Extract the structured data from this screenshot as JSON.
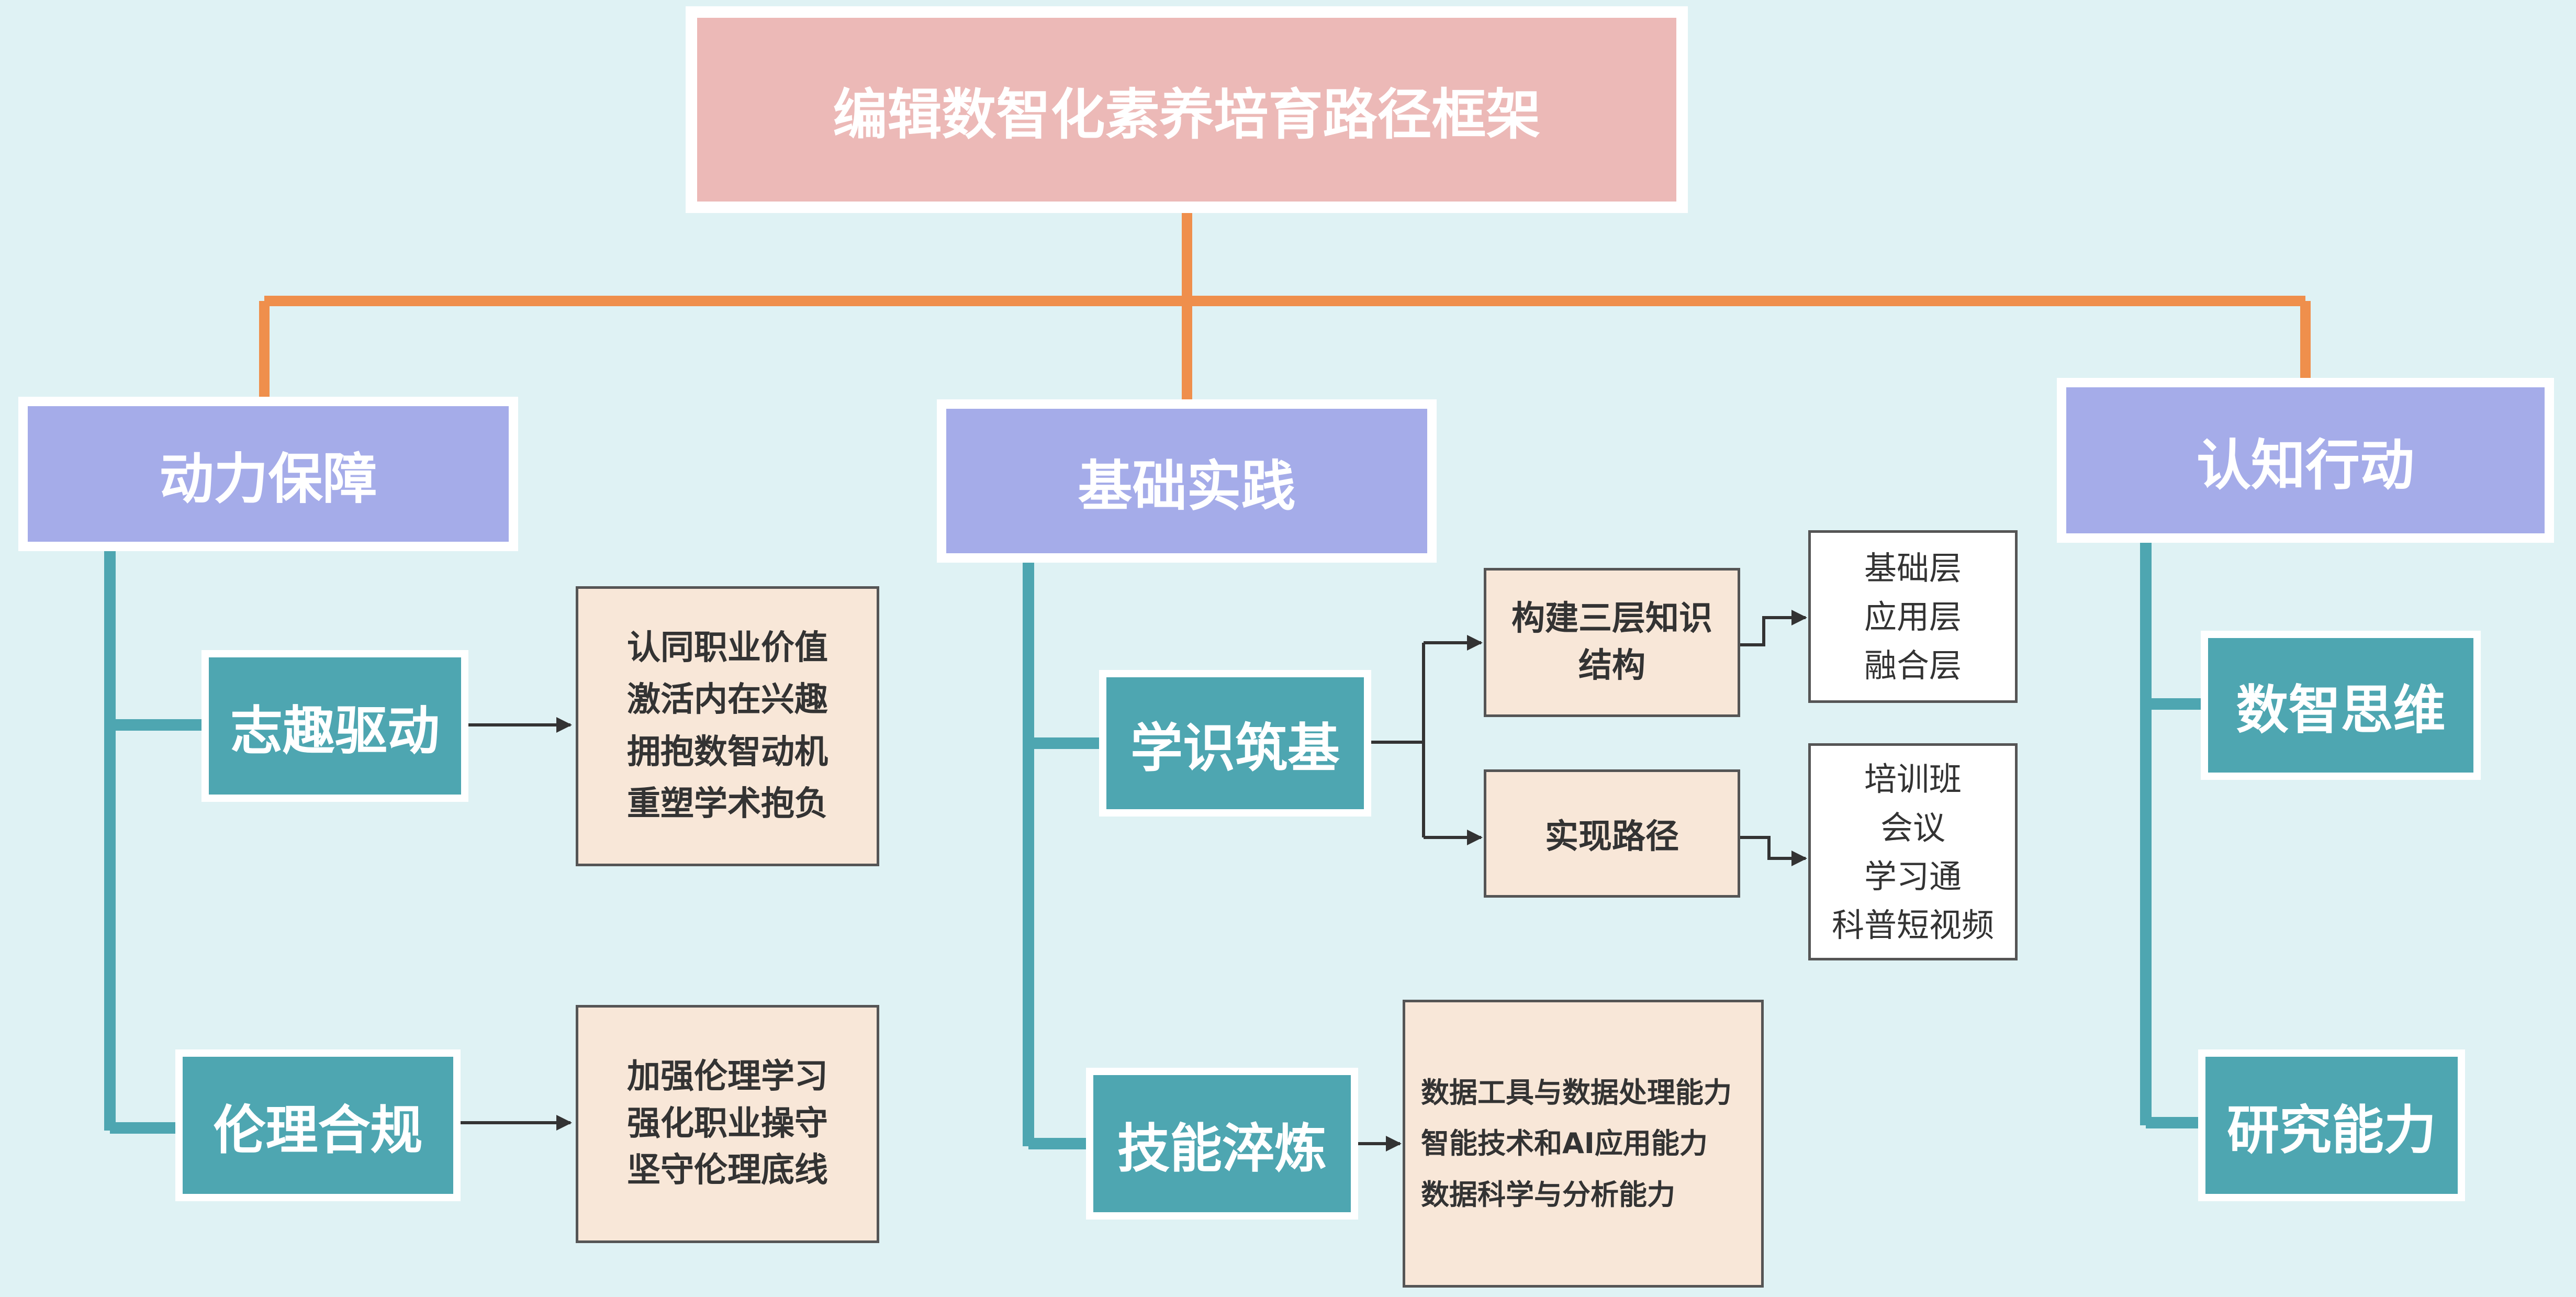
{
  "title": "编辑数智化素养培育路径框架",
  "colors": {
    "background": "#dff2f4",
    "title_fill": "#ecb9b7",
    "category_fill": "#a5ace9",
    "sub_fill": "#4ea6b1",
    "detail_fill": "#f8e7d8",
    "orange_connector": "#ef8f4c",
    "teal_connector": "#4ea6b1",
    "arrow": "#333333"
  },
  "categories": {
    "motivation": {
      "label": "动力保障",
      "items": [
        {
          "label": "志趣驱动",
          "details": [
            "认同职业价值",
            "激活内在兴趣",
            "拥抱数智动机",
            "重塑学术抱负"
          ]
        },
        {
          "label": "伦理合规",
          "details": [
            "加强伦理学习",
            "强化职业操守",
            "坚守伦理底线"
          ]
        }
      ]
    },
    "practice": {
      "label": "基础实践",
      "knowledge": {
        "label": "学识筑基",
        "structure": {
          "label_lines": [
            "构建三层知识",
            "结构"
          ],
          "leaves": [
            "基础层",
            "应用层",
            "融合层"
          ]
        },
        "path": {
          "label": "实现路径",
          "leaves": [
            "培训班",
            "会议",
            "学习通",
            "科普短视频"
          ]
        }
      },
      "skills": {
        "label": "技能淬炼",
        "details": [
          "数据工具与数据处理能力",
          "智能技术和AI应用能力",
          "数据科学与分析能力"
        ]
      }
    },
    "cognition": {
      "label": "认知行动",
      "items": [
        "数智思维",
        "研究能力"
      ]
    }
  }
}
